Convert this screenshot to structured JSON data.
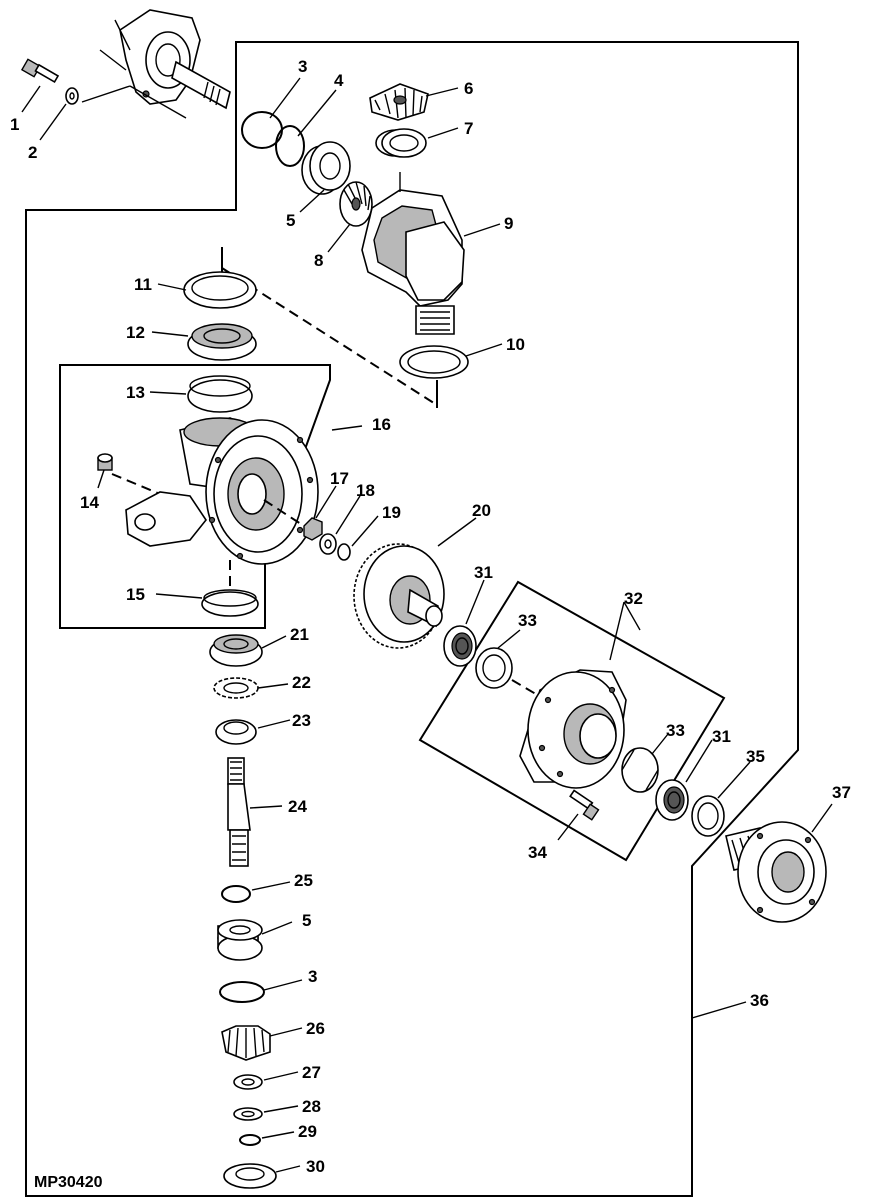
{
  "figure_id": "MP30420",
  "callouts": [
    "1",
    "2",
    "3",
    "4",
    "5",
    "6",
    "7",
    "8",
    "9",
    "10",
    "11",
    "12",
    "13",
    "14",
    "15",
    "16",
    "17",
    "18",
    "19",
    "20",
    "21",
    "22",
    "23",
    "24",
    "25",
    "5",
    "3",
    "26",
    "27",
    "28",
    "29",
    "30",
    "31",
    "32",
    "33",
    "34",
    "33",
    "31",
    "35",
    "36",
    "37"
  ]
}
